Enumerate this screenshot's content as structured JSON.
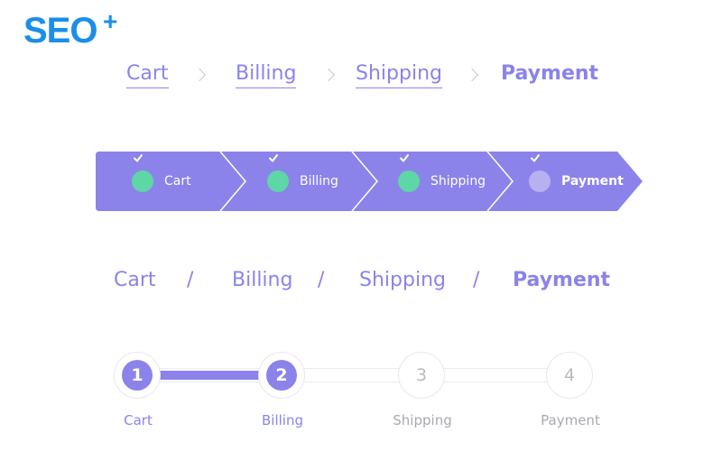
{
  "logo": {
    "text": "SEO",
    "plus": "+"
  },
  "breadcrumb_links": {
    "items": [
      {
        "label": "Cart"
      },
      {
        "label": "Billing"
      },
      {
        "label": "Shipping"
      }
    ],
    "current": "Payment"
  },
  "arrow_steps": {
    "items": [
      {
        "label": "Cart",
        "state": "complete"
      },
      {
        "label": "Billing",
        "state": "complete"
      },
      {
        "label": "Shipping",
        "state": "complete"
      },
      {
        "label": "Payment",
        "state": "current"
      }
    ],
    "colors": {
      "bar": "#8b83ea",
      "check": "#5ed6a5",
      "check_current": "#b7b1f1"
    }
  },
  "breadcrumb_slash": {
    "items": [
      {
        "label": "Cart"
      },
      {
        "label": "Billing"
      },
      {
        "label": "Shipping"
      }
    ],
    "separator": "/",
    "current": "Payment"
  },
  "stepper": {
    "steps": [
      {
        "number": "1",
        "label": "Cart",
        "state": "active"
      },
      {
        "number": "2",
        "label": "Billing",
        "state": "active"
      },
      {
        "number": "3",
        "label": "Shipping",
        "state": "inactive"
      },
      {
        "number": "4",
        "label": "Payment",
        "state": "inactive"
      }
    ],
    "colors": {
      "active": "#8b83ea",
      "inactive_text": "#b9b9bf",
      "track": "#ececf1"
    }
  }
}
